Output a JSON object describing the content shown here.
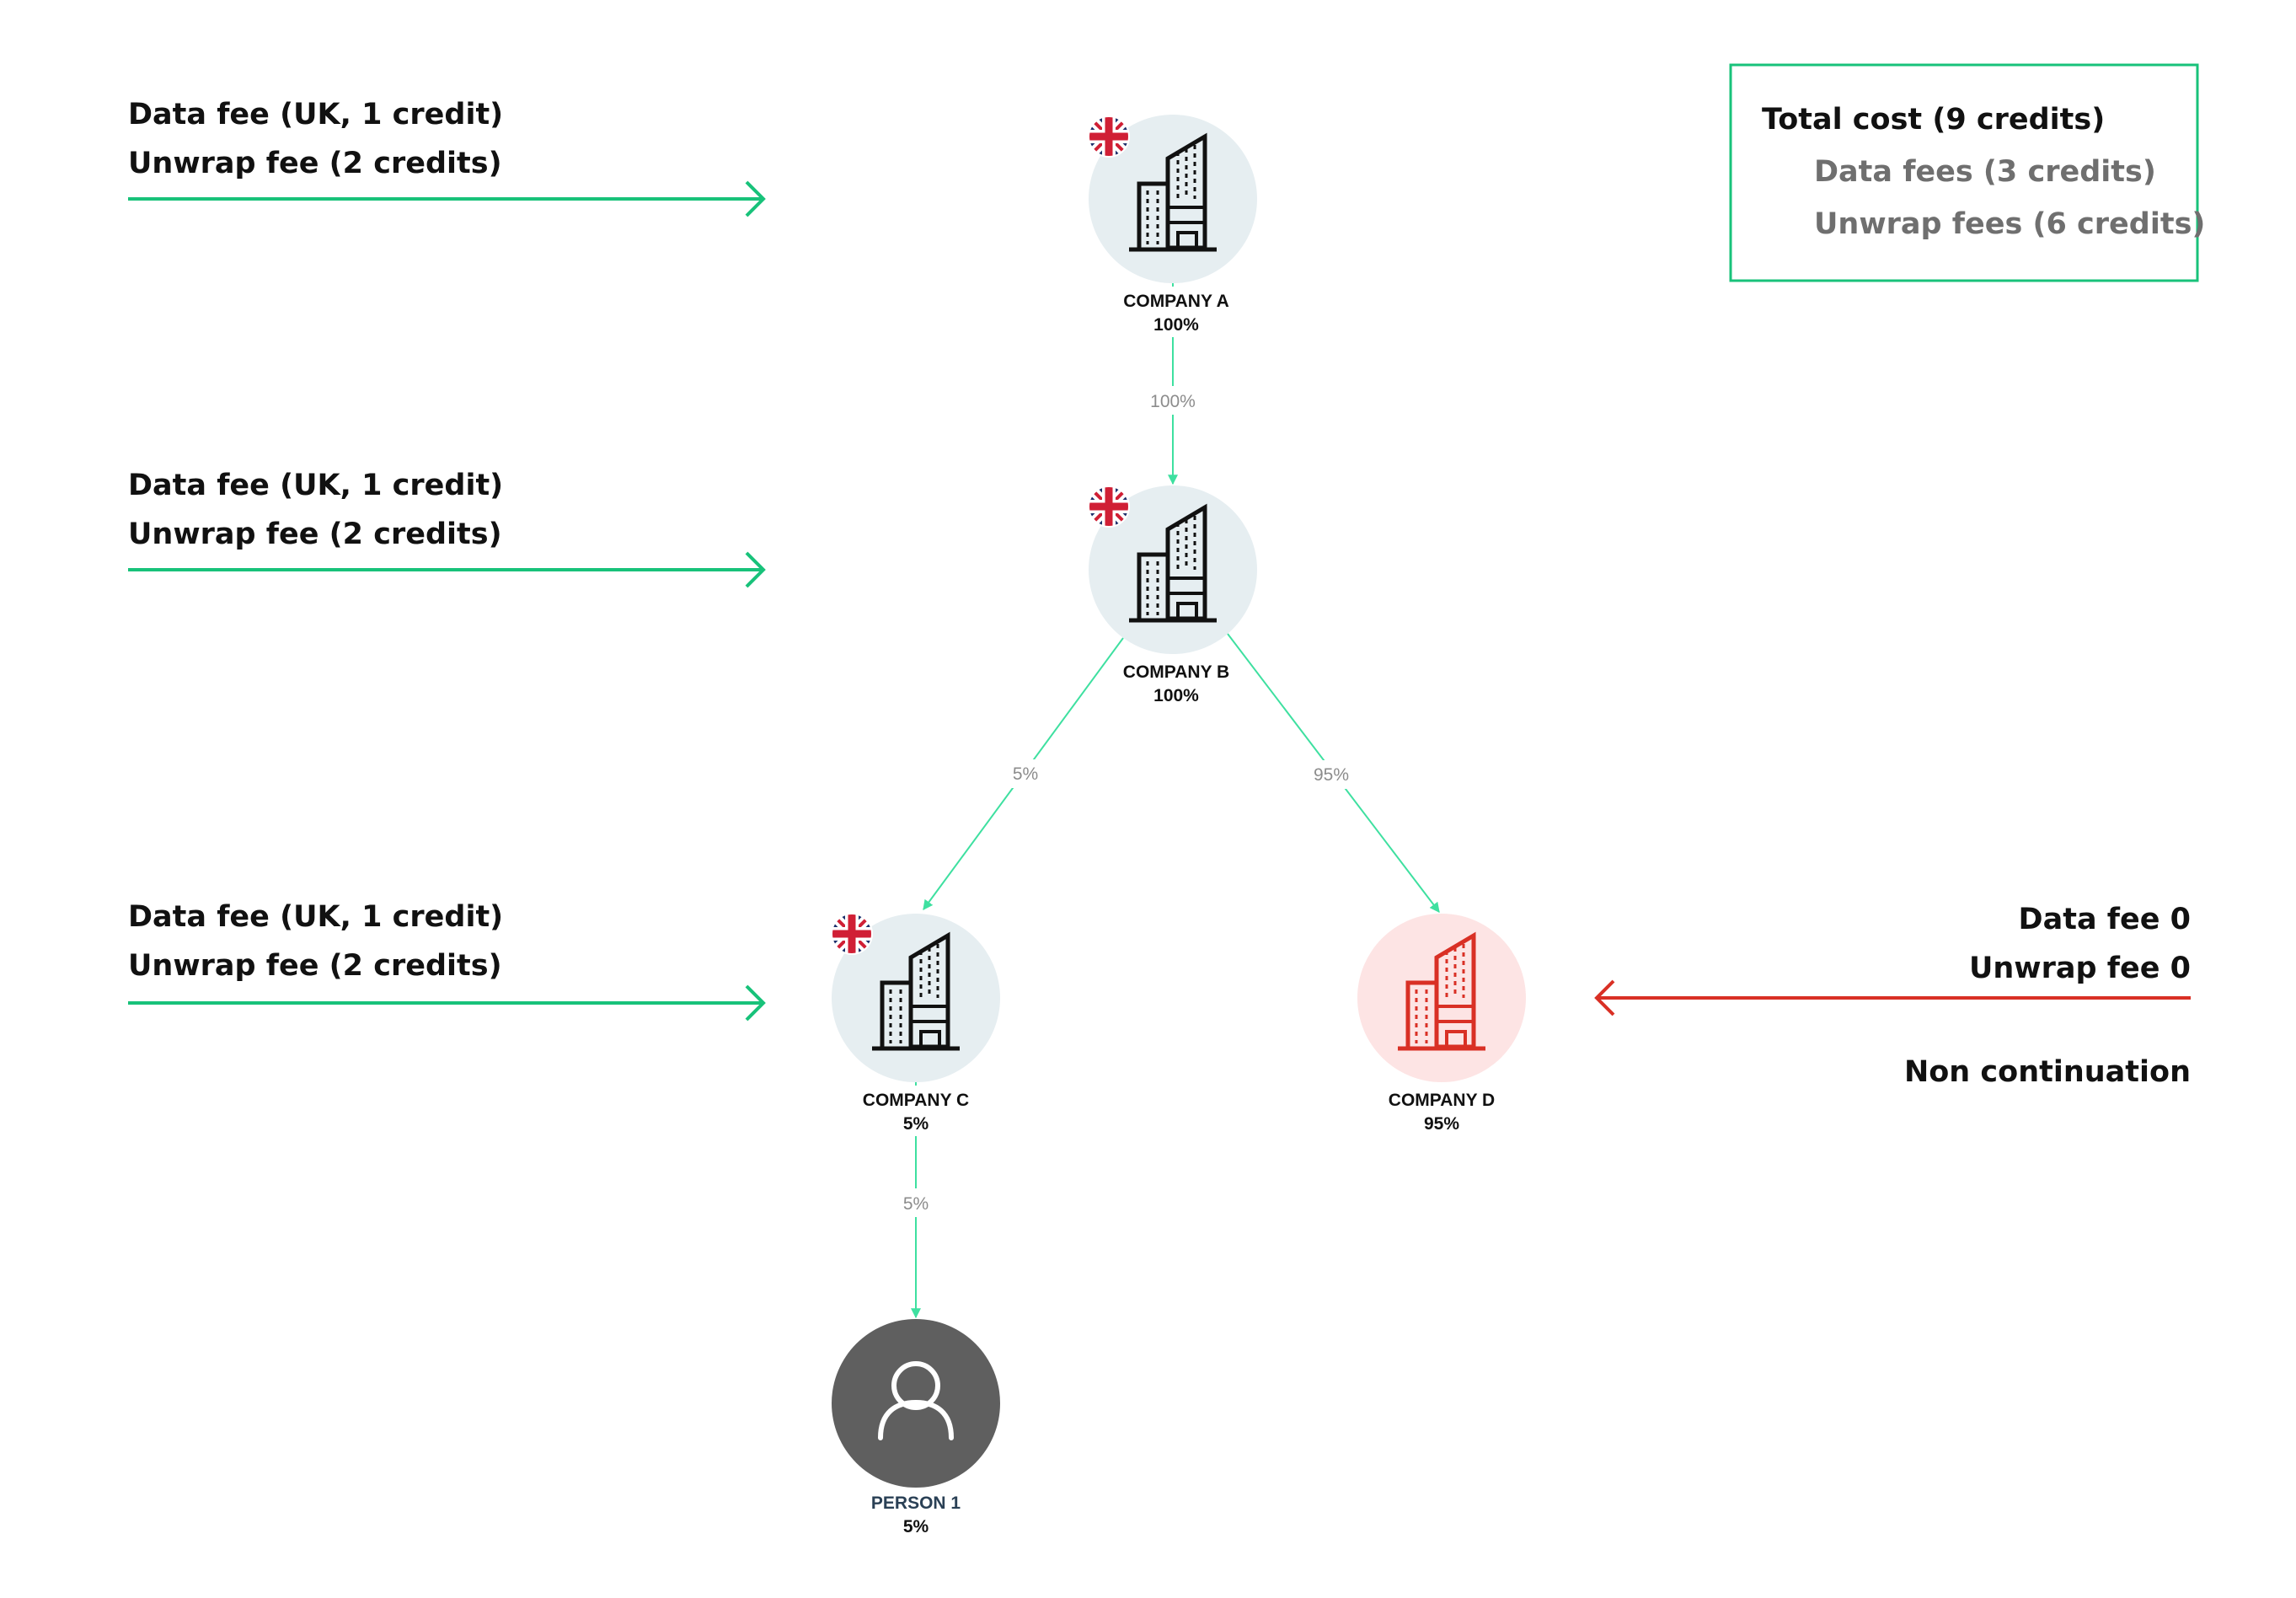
{
  "total": {
    "title": "Total cost (9 credits)",
    "data_fees": "Data fees (3 credits)",
    "unwrap_fees": "Unwrap fees (6 credits)"
  },
  "fees": {
    "a": {
      "data": "Data fee (UK, 1 credit)",
      "unwrap": "Unwrap fee (2 credits)"
    },
    "b": {
      "data": "Data fee (UK, 1 credit)",
      "unwrap": "Unwrap fee (2 credits)"
    },
    "c": {
      "data": "Data fee (UK, 1 credit)",
      "unwrap": "Unwrap fee (2 credits)"
    },
    "d": {
      "data": "Data fee 0",
      "unwrap": "Unwrap fee 0",
      "note": "Non continuation"
    }
  },
  "nodes": {
    "a": {
      "name": "COMPANY A",
      "pct": "100%"
    },
    "b": {
      "name": "COMPANY B",
      "pct": "100%"
    },
    "c": {
      "name": "COMPANY C",
      "pct": "5%"
    },
    "d": {
      "name": "COMPANY D",
      "pct": "95%"
    },
    "p1": {
      "name": "PERSON 1",
      "pct": "5%"
    }
  },
  "edges": {
    "a_b": "100%",
    "b_c": "5%",
    "b_d": "95%",
    "c_p1": "5%"
  },
  "icons": {
    "company": "building-icon",
    "country": "uk-flag-icon",
    "person": "person-icon"
  },
  "colors": {
    "accent_green": "#18c27a",
    "edge_green": "#3ee0a0",
    "alert_red": "#d93025",
    "node_bg": "#e6eef1",
    "node_bg_alert": "#fde4e4",
    "person_bg": "#5f5f5f"
  }
}
